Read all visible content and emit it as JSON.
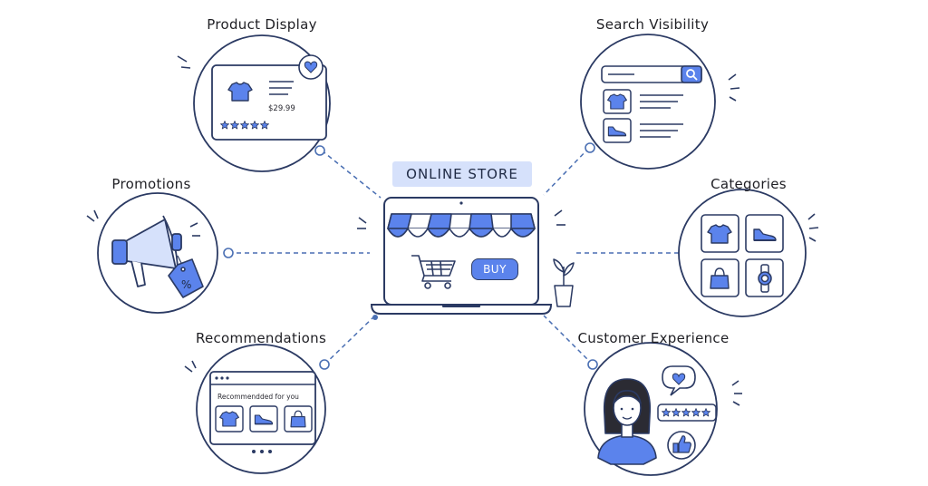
{
  "hub": {
    "title": "ONLINE STORE",
    "buy_label": "BUY"
  },
  "nodes": {
    "product_display": {
      "label": "Product Display",
      "price": "$29.99"
    },
    "search_visibility": {
      "label": "Search Visibility"
    },
    "promotions": {
      "label": "Promotions"
    },
    "categories": {
      "label": "Categories"
    },
    "recommendations": {
      "label": "Recommendations",
      "panel_title": "Recommendded for you"
    },
    "customer_experience": {
      "label": "Customer Experience"
    }
  },
  "colors": {
    "accent": "#5b83ec",
    "accent_light": "#d6e1fb",
    "ink": "#2b3a63",
    "connector": "#4a6fb3"
  }
}
